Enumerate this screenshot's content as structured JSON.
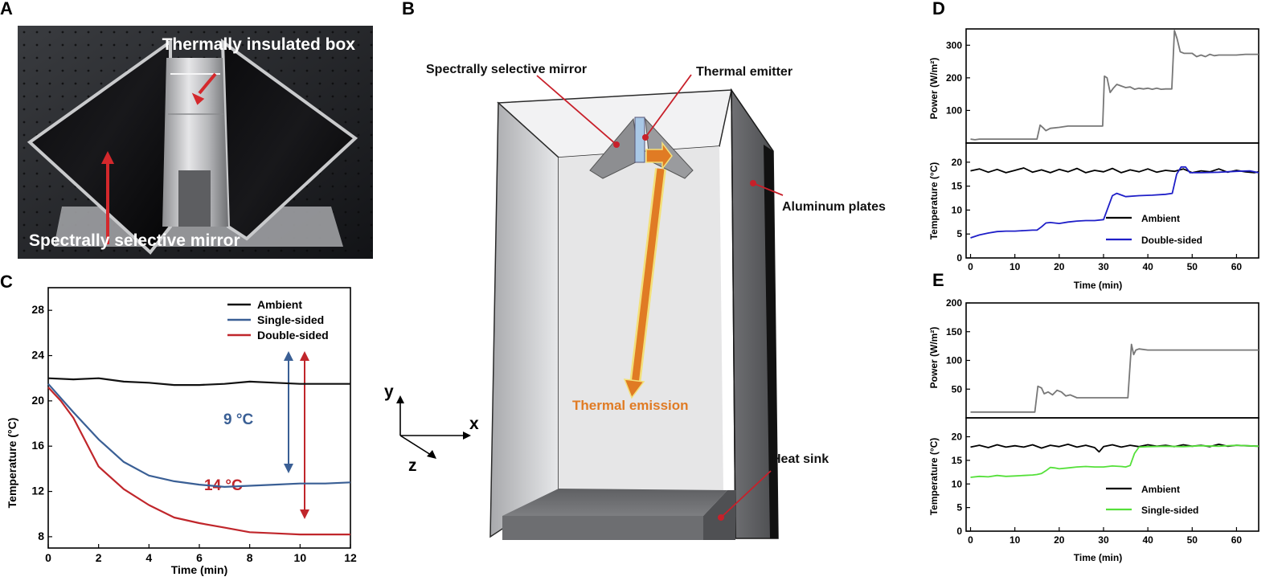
{
  "panels": {
    "a": {
      "letter": "A",
      "labels": {
        "box": "Thermally insulated box",
        "mirror": "Spectrally selective mirror"
      }
    },
    "b": {
      "letter": "B",
      "labels": {
        "mirror": "Spectrally selective mirror",
        "emitter": "Thermal emitter",
        "plates": "Aluminum plates",
        "emission": "Thermal emission",
        "sink": "Heat sink"
      },
      "axes": {
        "y": "y",
        "x": "x",
        "z": "z"
      },
      "colors": {
        "emission": "#e07b24",
        "pointer": "#c8202a"
      }
    },
    "c": {
      "letter": "C",
      "annotations": {
        "nine": "9 °C",
        "fourteen": "14 °C"
      },
      "colors": {
        "ambient": "#111111",
        "single": "#3a5f95",
        "double": "#c0262b"
      }
    },
    "d": {
      "letter": "D",
      "colors": {
        "power": "#777777",
        "ambient": "#000000",
        "double": "#1f1fc8"
      }
    },
    "e": {
      "letter": "E",
      "colors": {
        "power": "#777777",
        "ambient": "#000000",
        "single": "#55e03a"
      }
    }
  },
  "chart_data": [
    {
      "id": "C",
      "type": "line",
      "xlabel": "Time (min)",
      "ylabel": "Temperature (°C)",
      "xlim": [
        0,
        12
      ],
      "ylim": [
        7,
        30
      ],
      "xticks": [
        0,
        2,
        4,
        6,
        8,
        10,
        12
      ],
      "yticks": [
        8,
        12,
        16,
        20,
        24,
        28
      ],
      "legend": "top-right",
      "series": [
        {
          "name": "Ambient",
          "x": [
            0,
            1,
            2,
            3,
            4,
            5,
            6,
            7,
            8,
            9,
            10,
            11,
            12
          ],
          "y": [
            22.0,
            21.9,
            22.0,
            21.7,
            21.6,
            21.4,
            21.4,
            21.5,
            21.7,
            21.6,
            21.5,
            21.5,
            21.5
          ]
        },
        {
          "name": "Single-sided",
          "x": [
            0,
            1,
            2,
            3,
            4,
            5,
            6,
            7,
            8,
            9,
            10,
            11,
            12
          ],
          "y": [
            21.5,
            19.0,
            16.6,
            14.6,
            13.4,
            12.9,
            12.6,
            12.4,
            12.5,
            12.6,
            12.7,
            12.7,
            12.8
          ]
        },
        {
          "name": "Double-sided",
          "x": [
            0,
            0.5,
            1,
            2,
            3,
            4,
            5,
            6,
            7,
            8,
            9,
            10,
            11,
            12
          ],
          "y": [
            21.2,
            20.0,
            18.5,
            14.2,
            12.2,
            10.8,
            9.7,
            9.2,
            8.8,
            8.4,
            8.3,
            8.2,
            8.2,
            8.2
          ]
        }
      ]
    },
    {
      "id": "D-power",
      "type": "line",
      "ylabel": "Power (W/m²)",
      "xlim": [
        -1,
        65
      ],
      "ylim": [
        0,
        350
      ],
      "yticks": [
        100,
        200,
        300
      ],
      "series": [
        {
          "name": "",
          "x": [
            0,
            1,
            2,
            15,
            15.7,
            16.5,
            17,
            18,
            20,
            22,
            29.8,
            30.2,
            30.8,
            31.5,
            32.2,
            33,
            34,
            35,
            36,
            37,
            38,
            39,
            40,
            41,
            42,
            43,
            44,
            45.4,
            46,
            46.6,
            47.3,
            48.2,
            50,
            51,
            52,
            53,
            54,
            55,
            56,
            58,
            60,
            62,
            65
          ],
          "y": [
            12,
            10,
            12,
            12,
            55,
            45,
            38,
            45,
            48,
            52,
            52,
            205,
            200,
            155,
            168,
            180,
            175,
            170,
            172,
            165,
            168,
            166,
            168,
            165,
            168,
            165,
            166,
            166,
            345,
            320,
            280,
            275,
            275,
            265,
            270,
            265,
            272,
            268,
            270,
            270,
            270,
            272,
            272
          ]
        }
      ]
    },
    {
      "id": "D-temperature",
      "type": "line",
      "xlabel": "Time (min)",
      "ylabel": "Temperature (°C)",
      "xlim": [
        -1,
        65
      ],
      "ylim": [
        0,
        24
      ],
      "xticks": [
        0,
        10,
        20,
        30,
        40,
        50,
        60
      ],
      "yticks": [
        0,
        5,
        10,
        15,
        20
      ],
      "legend": "bottom-right",
      "series": [
        {
          "name": "Ambient",
          "x": [
            0,
            2,
            4,
            6,
            8,
            10,
            12,
            14,
            16,
            18,
            20,
            22,
            24,
            26,
            28,
            30,
            32,
            34,
            36,
            38,
            40,
            42,
            44,
            46,
            48,
            50,
            52,
            54,
            56,
            58,
            60,
            62,
            64,
            65
          ],
          "y": [
            18.2,
            18.6,
            17.9,
            18.5,
            17.8,
            18.3,
            18.8,
            17.9,
            18.4,
            17.8,
            18.5,
            18.0,
            18.7,
            17.8,
            18.3,
            18.0,
            18.7,
            17.8,
            18.4,
            18.0,
            18.6,
            17.9,
            18.3,
            18.1,
            18.6,
            17.8,
            18.2,
            18.0,
            18.6,
            17.9,
            18.3,
            18.0,
            17.8,
            18.0
          ]
        },
        {
          "name": "Double-sided",
          "x": [
            0,
            2,
            4,
            6,
            8,
            10,
            12,
            14,
            15,
            16,
            17,
            18,
            20,
            22,
            24,
            26,
            28,
            30,
            31,
            32,
            33,
            35,
            38,
            41,
            44,
            45.5,
            46.5,
            47.5,
            48.5,
            49.5,
            52,
            56,
            60,
            63,
            65
          ],
          "y": [
            4.2,
            4.8,
            5.2,
            5.5,
            5.6,
            5.6,
            5.7,
            5.8,
            5.8,
            6.5,
            7.3,
            7.4,
            7.2,
            7.5,
            7.7,
            7.8,
            7.8,
            8.0,
            10.5,
            13.0,
            13.5,
            12.8,
            13.0,
            13.1,
            13.3,
            13.5,
            17.5,
            19.0,
            19.0,
            17.8,
            17.8,
            17.9,
            18.1,
            18.2,
            17.8
          ]
        }
      ]
    },
    {
      "id": "E-power",
      "type": "line",
      "ylabel": "Power (W/m²)",
      "xlim": [
        -1,
        65
      ],
      "ylim": [
        0,
        200
      ],
      "yticks": [
        50,
        100,
        150,
        200
      ],
      "series": [
        {
          "name": "",
          "x": [
            0,
            2,
            14.5,
            15.2,
            16,
            16.6,
            17.5,
            18.5,
            19.5,
            20.5,
            21.5,
            22.5,
            24,
            26,
            35.5,
            36.3,
            36.8,
            37.3,
            38,
            40,
            45,
            50,
            55,
            60,
            65
          ],
          "y": [
            10,
            10,
            10,
            55,
            52,
            42,
            45,
            40,
            48,
            45,
            38,
            40,
            35,
            35,
            35,
            128,
            110,
            118,
            120,
            118,
            118,
            118,
            118,
            118,
            118
          ]
        }
      ]
    },
    {
      "id": "E-temperature",
      "type": "line",
      "xlabel": "Time (min)",
      "ylabel": "Temperature (°C)",
      "xlim": [
        -1,
        65
      ],
      "ylim": [
        0,
        24
      ],
      "xticks": [
        0,
        10,
        20,
        30,
        40,
        50,
        60
      ],
      "yticks": [
        0,
        5,
        10,
        15,
        20
      ],
      "legend": "bottom-right",
      "series": [
        {
          "name": "Ambient",
          "x": [
            0,
            2,
            4,
            6,
            8,
            10,
            12,
            14,
            16,
            18,
            20,
            22,
            24,
            26,
            28,
            29,
            30,
            32,
            34,
            36,
            38,
            40,
            42,
            44,
            46,
            48,
            50,
            52,
            54,
            56,
            58,
            60,
            62,
            65
          ],
          "y": [
            17.8,
            18.2,
            17.7,
            18.3,
            17.8,
            18.1,
            17.8,
            18.3,
            17.6,
            18.2,
            17.9,
            18.4,
            17.8,
            18.2,
            17.7,
            16.8,
            17.9,
            18.3,
            17.8,
            18.2,
            17.9,
            18.3,
            18.0,
            18.2,
            17.9,
            18.3,
            18.0,
            18.2,
            17.9,
            18.4,
            18.0,
            18.2,
            18.1,
            18.0
          ]
        },
        {
          "name": "Single-sided",
          "x": [
            0,
            2,
            4,
            6,
            8,
            10,
            12,
            14,
            15,
            16,
            17,
            18,
            19,
            20,
            22,
            24,
            26,
            28,
            30,
            32,
            34,
            35,
            36,
            37,
            38,
            40,
            44,
            48,
            52,
            56,
            60,
            65
          ],
          "y": [
            11.4,
            11.6,
            11.5,
            11.8,
            11.6,
            11.7,
            11.8,
            11.9,
            12.0,
            12.2,
            12.8,
            13.5,
            13.4,
            13.2,
            13.4,
            13.6,
            13.7,
            13.6,
            13.6,
            13.8,
            13.7,
            13.6,
            13.9,
            16.5,
            17.8,
            17.9,
            18.0,
            17.9,
            18.1,
            18.0,
            18.2,
            18.0
          ]
        }
      ]
    }
  ]
}
